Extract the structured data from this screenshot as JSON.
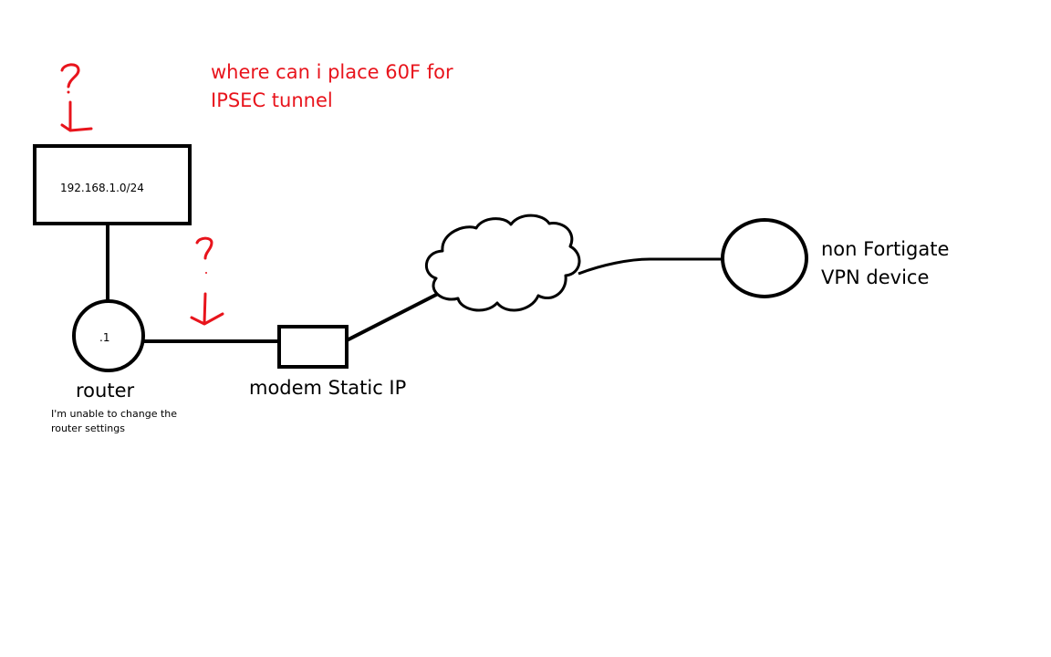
{
  "diagram": {
    "question": {
      "line1": "where can i place 60F for",
      "line2": "IPSEC tunnel"
    },
    "subnet_label": "192.168.1.0/24",
    "router_ip_label": ".1",
    "router_label": "router",
    "router_note": {
      "line1": "I'm unable to change the",
      "line2": "router settings"
    },
    "modem_label": "modem Static IP",
    "vpn_device_label": {
      "line1": "non Fortigate",
      "line2": "VPN device"
    }
  },
  "colors": {
    "annotation": "#e8141c",
    "stroke": "#000000",
    "background": "#ffffff"
  }
}
